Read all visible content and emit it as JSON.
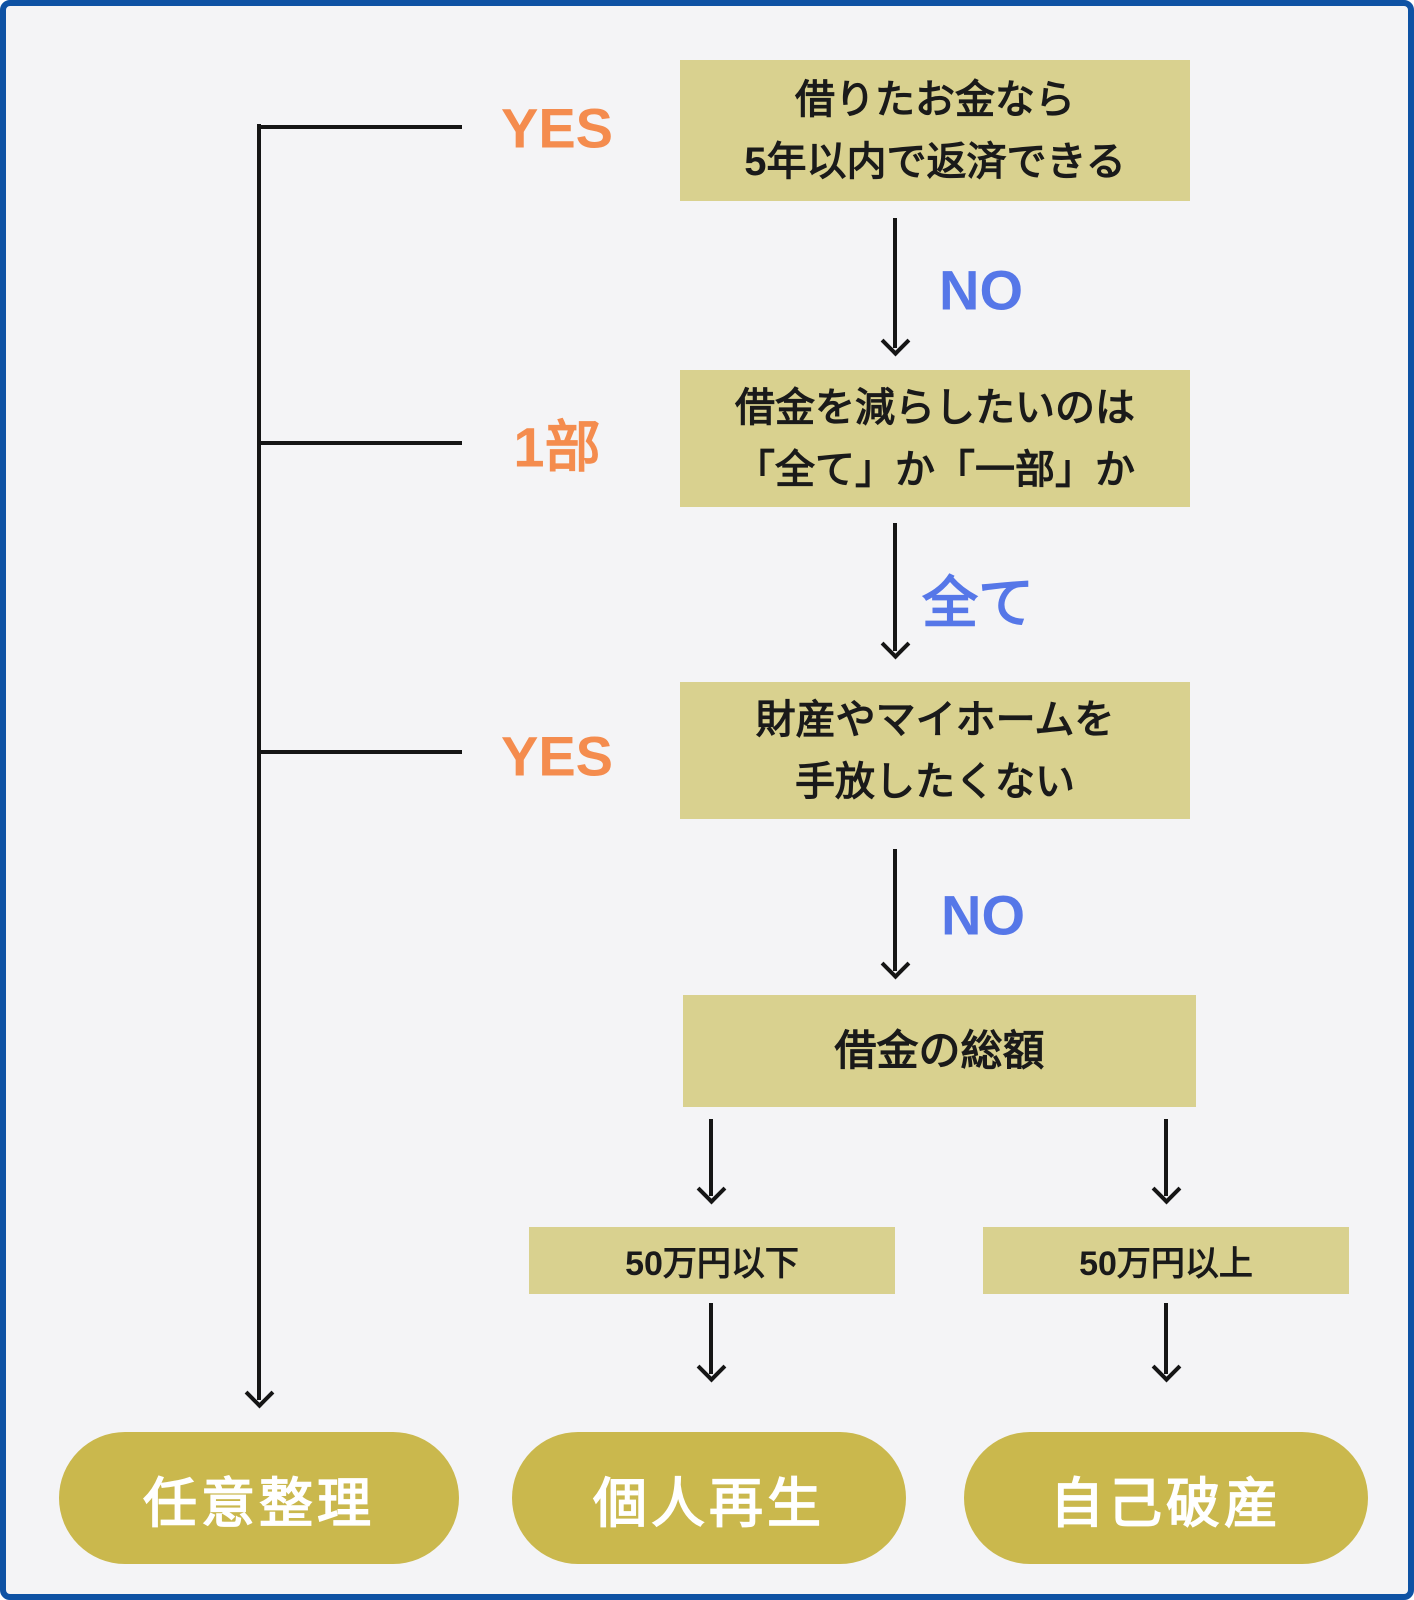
{
  "palette": {
    "background": "#f4f4f6",
    "frame_border": "#0e52a4",
    "decision_box_fill": "#d9d18f",
    "result_pill_fill": "#cab84d",
    "result_pill_text": "#ffffff",
    "yes_label_color": "#f48c4e",
    "no_label_color": "#5677e8",
    "line_color": "#151515",
    "box_text_color": "#1a1a1a"
  },
  "nodes": {
    "q1": {
      "lines": [
        "借りたお金なら",
        "5年以内で返済できる"
      ]
    },
    "q2": {
      "lines": [
        "借金を減らしたいのは",
        "「全て」か「一部」か"
      ]
    },
    "q3": {
      "lines": [
        "財産やマイホームを",
        "手放したくない"
      ]
    },
    "q4": {
      "label": "借金の総額"
    },
    "amount_low": {
      "label": "50万円以下"
    },
    "amount_high": {
      "label": "50万円以上"
    },
    "result_left": {
      "label": "任意整理"
    },
    "result_middle": {
      "label": "個人再生"
    },
    "result_right": {
      "label": "自己破産"
    }
  },
  "edge_labels": {
    "q1_yes": "YES",
    "q1_no": "NO",
    "q2_part": "1部",
    "q2_all": "全て",
    "q3_yes": "YES",
    "q3_no": "NO"
  }
}
